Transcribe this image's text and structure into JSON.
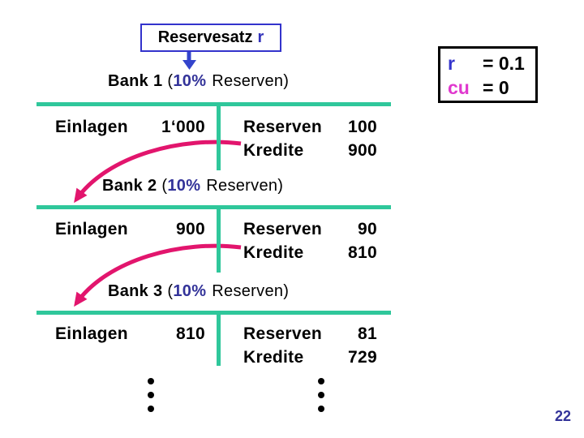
{
  "colors": {
    "teal_line": "#2FC79B",
    "flow_arrow_magenta": "#E2156D",
    "box_blue": "#3333CC",
    "text_blue": "#333399",
    "cu_magenta": "#E038CE"
  },
  "title_box": {
    "label": "Reservesatz",
    "var": "r"
  },
  "params_box": {
    "rows": [
      {
        "name": "r",
        "eq": "= 0.1"
      },
      {
        "name": "cu",
        "eq": "= 0"
      }
    ]
  },
  "banks": [
    {
      "name": "Bank 1",
      "open": "(",
      "rate": "10%",
      "rest": "Reserven)",
      "deposit_label": "Einlagen",
      "deposit_value": "1‘000",
      "right_rows": [
        {
          "label": "Reserven",
          "value": "100"
        },
        {
          "label": "Kredite",
          "value": "900"
        }
      ]
    },
    {
      "name": "Bank 2",
      "open": "(",
      "rate": "10%",
      "rest": "Reserven)",
      "deposit_label": "Einlagen",
      "deposit_value": "900",
      "right_rows": [
        {
          "label": "Reserven",
          "value": "90"
        },
        {
          "label": "Kredite",
          "value": "810"
        }
      ]
    },
    {
      "name": "Bank 3",
      "open": "(",
      "rate": "10%",
      "rest": "Reserven)",
      "deposit_label": "Einlagen",
      "deposit_value": "810",
      "right_rows": [
        {
          "label": "Reserven",
          "value": "81"
        },
        {
          "label": "Kredite",
          "value": "729"
        }
      ]
    }
  ],
  "icons": {
    "down_arrow": "blue-down-arrow",
    "flow_arrow": "magenta-curved-arrow",
    "ellipsis": "vertical-ellipsis-dots"
  },
  "page_number": "22"
}
